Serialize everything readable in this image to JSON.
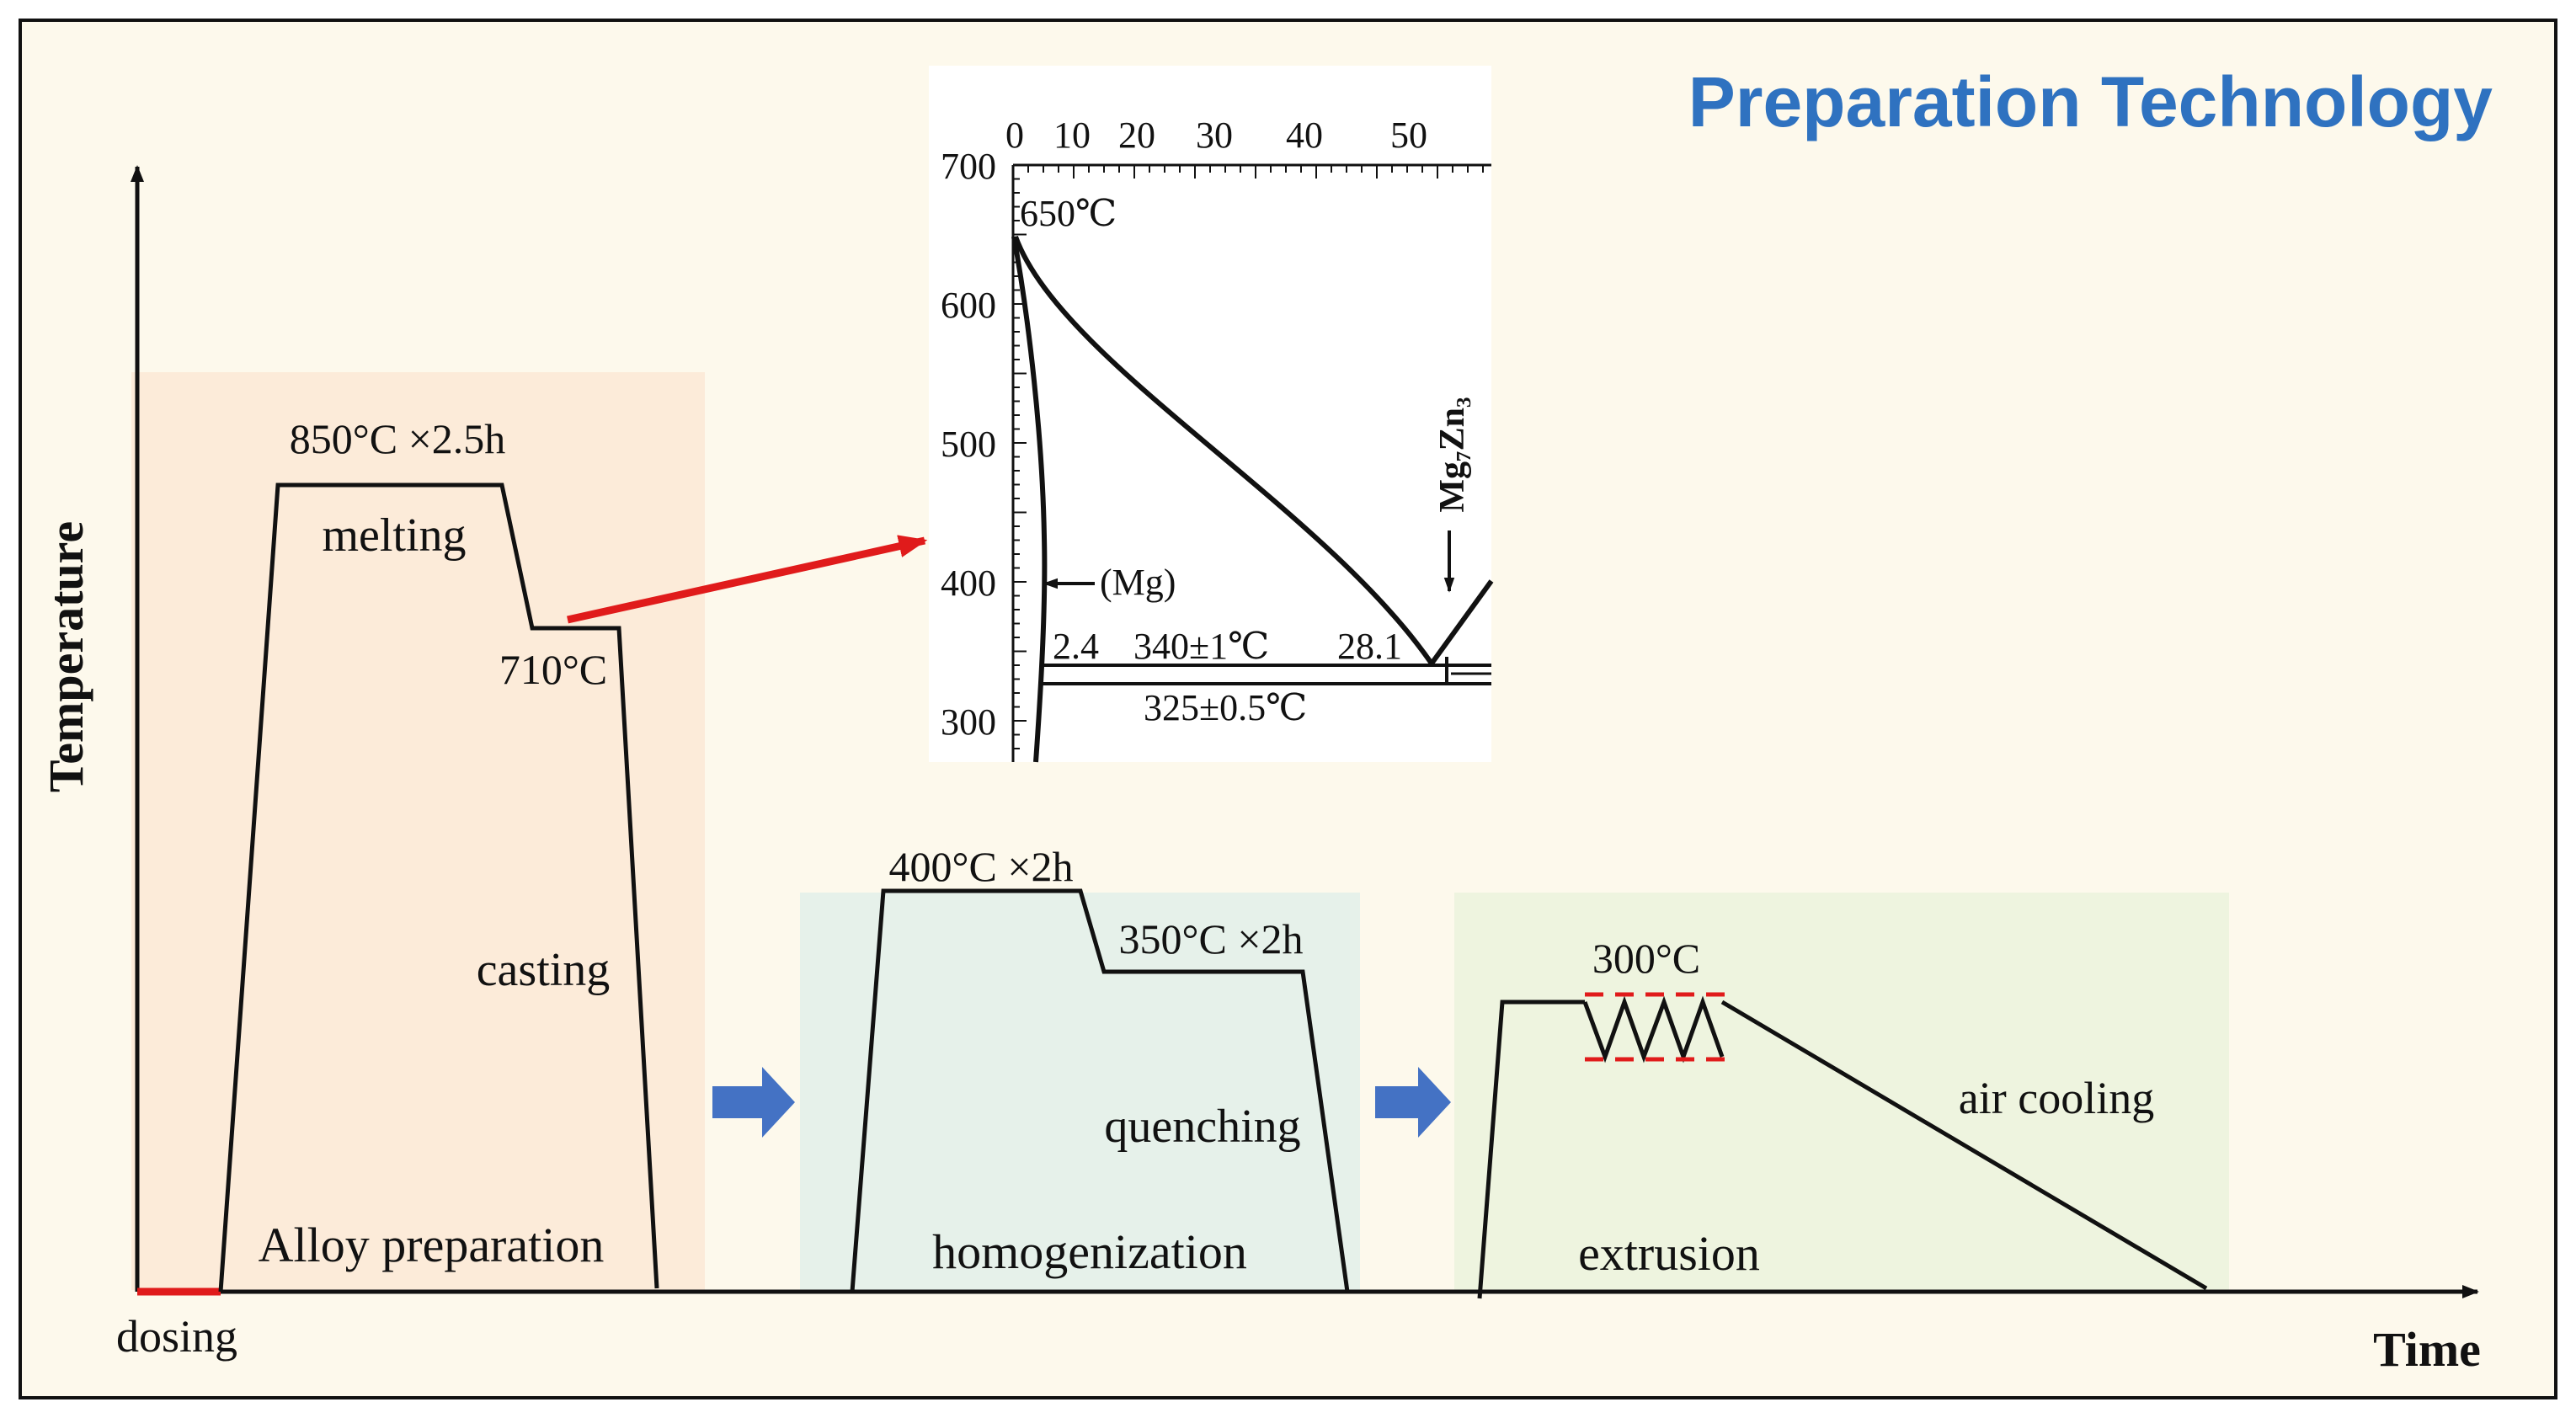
{
  "title": "Preparation Technology",
  "axes": {
    "y_label": "Temperature",
    "x_label": "Time",
    "start_label": "dosing"
  },
  "stages": {
    "alloy": {
      "name": "Alloy preparation",
      "melting_label": "melting",
      "melting_condition": "850°C ×2.5h",
      "casting_label": "casting",
      "casting_temp": "710°C"
    },
    "homogenization": {
      "name": "homogenization",
      "step1": "400°C ×2h",
      "step2": "350°C ×2h",
      "quench_label": "quenching"
    },
    "extrusion": {
      "name": "extrusion",
      "temp": "300°C",
      "cooling_label": "air cooling"
    }
  },
  "phase_diagram": {
    "x_ticks": [
      "0",
      "10",
      "20",
      "30",
      "40",
      "50"
    ],
    "y_ticks": [
      "700",
      "600",
      "500",
      "400",
      "300"
    ],
    "melting_point": "650℃",
    "phase_mg": "(Mg)",
    "compound": "Mg₇Zn₃",
    "solubility": "2.4",
    "eutectic": "340±1℃",
    "eutectic_comp": "28.1",
    "lower_temp": "325±0.5℃"
  },
  "colors": {
    "background": "#fdf9ec",
    "alloy_zone": "#fcebd9",
    "homog_zone": "#e6f1ea",
    "extrusion_zone": "#eef4df",
    "arrow_blue": "#4472c4",
    "accent_red": "#e01b1b",
    "title_blue": "#2f72c0"
  }
}
